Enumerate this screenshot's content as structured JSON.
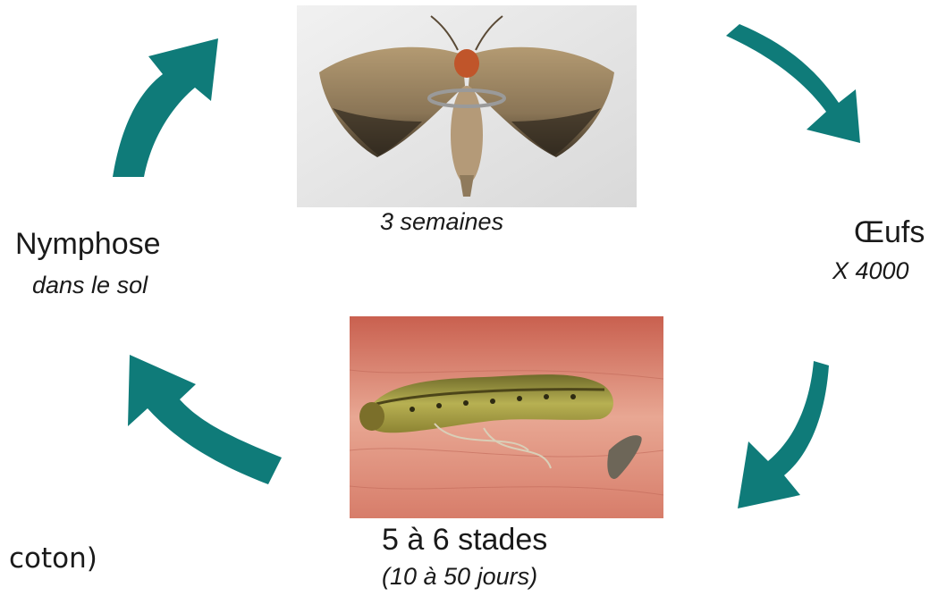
{
  "stages": {
    "adult": {
      "duration": "3 semaines"
    },
    "eggs": {
      "title": "Œufs",
      "count": "X 4000"
    },
    "larva": {
      "title": "5 à 6 stades",
      "duration": "(10 à 50 jours)"
    },
    "pupa": {
      "title": "Nymphose",
      "location": "dans le sol"
    }
  },
  "side_note": "coton)",
  "colors": {
    "arrow": "#0f7b79"
  },
  "icons": [
    "moth-photo",
    "caterpillar-photo",
    "cycle-arrow"
  ]
}
